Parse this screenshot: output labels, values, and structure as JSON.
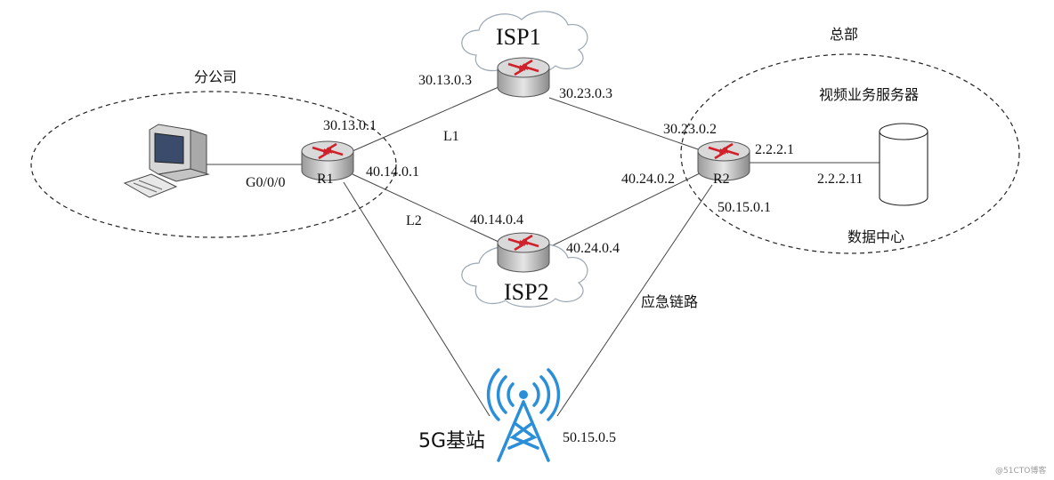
{
  "zones": {
    "branch": "分公司",
    "hq": "总部"
  },
  "devices": {
    "r1": "R1",
    "r2": "R2",
    "isp1": "ISP1",
    "isp2": "ISP2",
    "base_station": "5G基站",
    "video_server": "视频业务服务器",
    "data_center": "数据中心"
  },
  "links": {
    "l1": "L1",
    "l2": "L2",
    "emergency": "应急链路"
  },
  "interfaces": {
    "r1_g0": "G0/0/0",
    "r1_isp1": "30.13.0.1",
    "r1_isp2": "40.14.0.1",
    "isp1_r1": "30.13.0.3",
    "isp1_r2": "30.23.0.3",
    "r2_isp1": "30.23.0.2",
    "r2_isp2": "40.24.0.2",
    "r2_5g": "50.15.0.1",
    "r2_server": "2.2.2.1",
    "server": "2.2.2.11",
    "isp2_r1": "40.14.0.4",
    "isp2_r2": "40.24.0.4",
    "bs": "50.15.0.5"
  },
  "watermark": "@51CTO博客",
  "colors": {
    "router_body": "#c8c8c8",
    "router_arrow": "#d0202a",
    "tower": "#2a8fd8"
  }
}
